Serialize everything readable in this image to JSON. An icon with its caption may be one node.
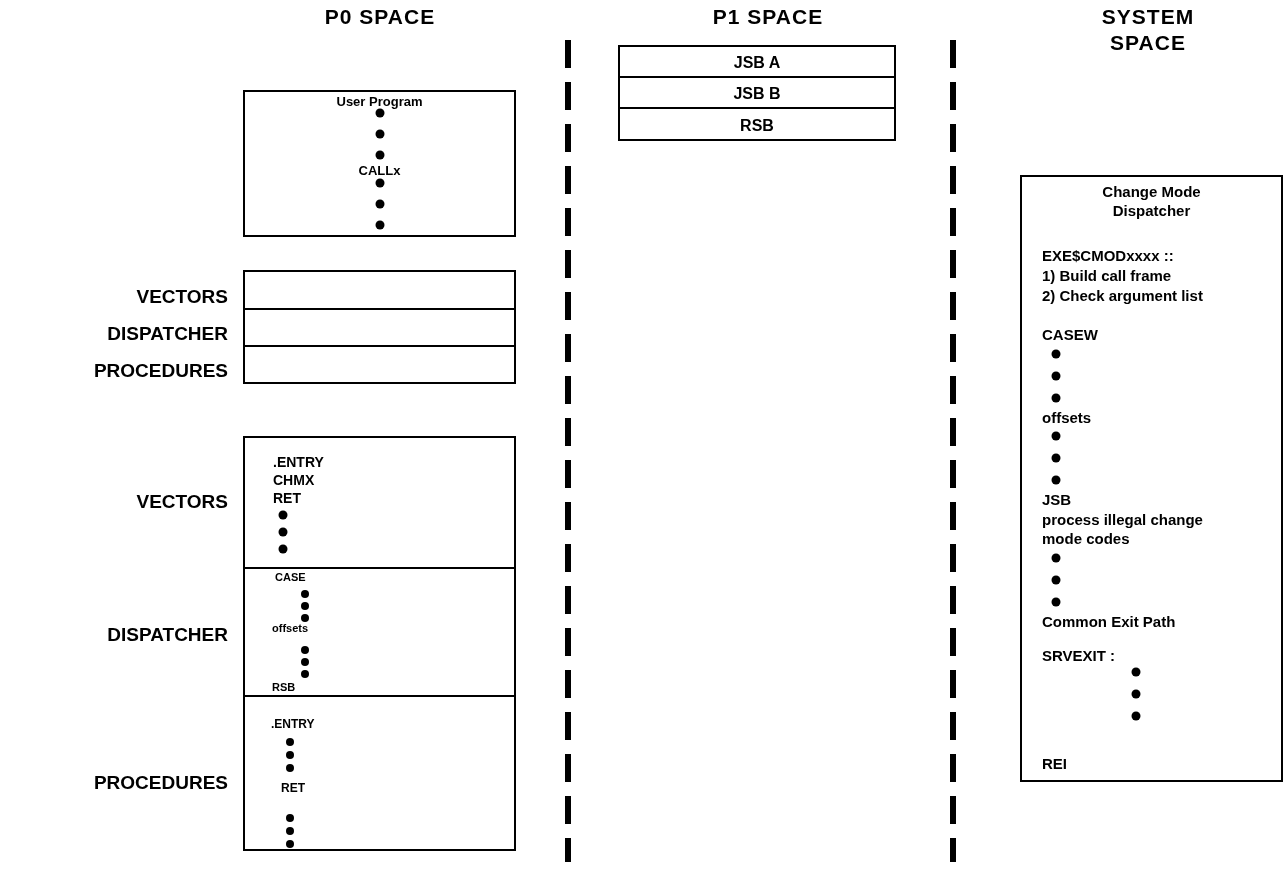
{
  "diagram": {
    "nodes": [
      {
        "text": [
          "User Program",
          "CALLx"
        ]
      },
      {
        "text": [
          "JSB A"
        ]
      },
      {
        "text": [
          "JSB B"
        ]
      },
      {
        "text": [
          "RSB"
        ]
      },
      {
        "text": [],
        "shape": "box",
        "beside": [
          "VECTORS"
        ]
      },
      {
        "text": [],
        "shape": "box",
        "beside": [
          "DISPATCHER"
        ]
      },
      {
        "text": [],
        "shape": "box",
        "beside": [
          "PROCEDURES"
        ]
      },
      {
        "text": [
          ".ENTRY",
          "CHMX",
          "RET"
        ],
        "beside": [
          "VECTORS"
        ]
      },
      {
        "text": [
          "CASE",
          "offsets",
          "RSB"
        ],
        "beside": [
          "DISPATCHER"
        ]
      },
      {
        "text": [
          ".ENTRY",
          "RET"
        ],
        "beside": [
          "PROCEDURES"
        ]
      },
      {
        "text": [
          "Change Mode Dispatcher",
          "EXE$CMODxxxx ::",
          "1) Build call frame",
          "2) Check argument list",
          "CASEW",
          "offsets",
          "JSB",
          "process illegal change mode codes",
          "Common Exit Path",
          "SRVEXIT :",
          "REI"
        ]
      }
    ],
    "edges": [],
    "labels": [
      "P0 SPACE",
      "P1 SPACE",
      "SYSTEM SPACE"
    ]
  }
}
